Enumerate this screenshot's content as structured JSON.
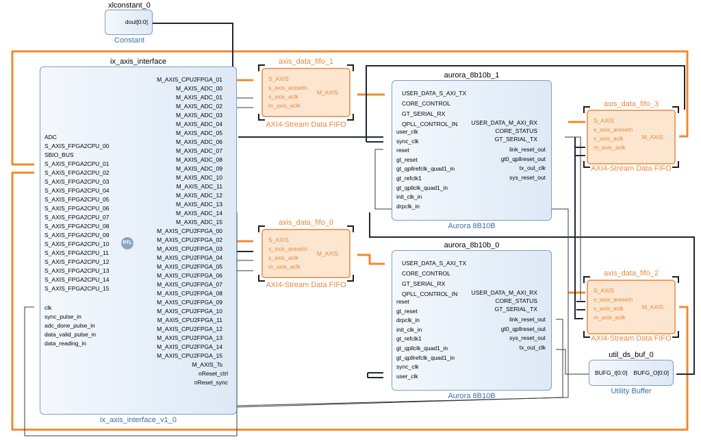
{
  "xlconstant": {
    "name": "xlconstant_0",
    "port": "dout[0:0]",
    "subtitle": "Constant"
  },
  "interface": {
    "name": "ix_axis_interface",
    "subtitle": "ix_axis_interface_v1_0",
    "badge": "RTL",
    "left_ports": [
      "ADC",
      "S_AXIS_FPGA2CPU_00",
      "SBIO_BUS",
      "S_AXIS_FPGA2CPU_01",
      "S_AXIS_FPGA2CPU_02",
      "S_AXIS_FPGA2CPU_03",
      "S_AXIS_FPGA2CPU_04",
      "S_AXIS_FPGA2CPU_05",
      "S_AXIS_FPGA2CPU_06",
      "S_AXIS_FPGA2CPU_07",
      "S_AXIS_FPGA2CPU_08",
      "S_AXIS_FPGA2CPU_09",
      "S_AXIS_FPGA2CPU_10",
      "S_AXIS_FPGA2CPU_11",
      "S_AXIS_FPGA2CPU_12",
      "S_AXIS_FPGA2CPU_13",
      "S_AXIS_FPGA2CPU_14",
      "S_AXIS_FPGA2CPU_15"
    ],
    "left_signals": [
      "clk",
      "sync_pulse_in",
      "adc_done_pulse_in",
      "data_valid_pulse_in",
      "data_reading_in"
    ],
    "right_ports": [
      "M_AXIS_CPU2FPGA_01",
      "M_AXIS_ADC_00",
      "M_AXIS_ADC_01",
      "M_AXIS_ADC_02",
      "M_AXIS_ADC_03",
      "M_AXIS_ADC_04",
      "M_AXIS_ADC_05",
      "M_AXIS_ADC_06",
      "M_AXIS_ADC_07",
      "M_AXIS_ADC_08",
      "M_AXIS_ADC_09",
      "M_AXIS_ADC_10",
      "M_AXIS_ADC_11",
      "M_AXIS_ADC_12",
      "M_AXIS_ADC_13",
      "M_AXIS_ADC_14",
      "M_AXIS_ADC_15",
      "M_AXIS_CPU2FPGA_00",
      "M_AXIS_CPU2FPGA_02",
      "M_AXIS_CPU2FPGA_03",
      "M_AXIS_CPU2FPGA_04",
      "M_AXIS_CPU2FPGA_05",
      "M_AXIS_CPU2FPGA_06",
      "M_AXIS_CPU2FPGA_07",
      "M_AXIS_CPU2FPGA_08",
      "M_AXIS_CPU2FPGA_09",
      "M_AXIS_CPU2FPGA_10",
      "M_AXIS_CPU2FPGA_11",
      "M_AXIS_CPU2FPGA_12",
      "M_AXIS_CPU2FPGA_13",
      "M_AXIS_CPU2FPGA_14",
      "M_AXIS_CPU2FPGA_15",
      "M_AXIS_Ts"
    ],
    "right_signals": [
      "nReset_ctrl",
      "nReset_sync"
    ]
  },
  "fifo_ports": [
    "S_AXIS",
    "s_axis_aresetn",
    "s_axis_aclk",
    "m_axis_aclk"
  ],
  "fifo_out": "M_AXIS",
  "fifo_subtitle": "AXI4-Stream Data FIFO",
  "fifos": {
    "f1": "axis_data_fifo_1",
    "f0": "axis_data_fifo_0",
    "f3": "axis_data_fifo_3",
    "f2": "axis_data_fifo_2"
  },
  "aurora1": {
    "name": "aurora_8b10b_1",
    "subtitle": "Aurora 8B10B",
    "left_ports": [
      "USER_DATA_S_AXI_TX",
      "CORE_CONTROL",
      "GT_SERIAL_RX",
      "QPLL_CONTROL_IN"
    ],
    "left_signals": [
      "user_clk",
      "sync_clk",
      "reset",
      "gt_reset",
      "gt_qpllrefclk_quad1_in",
      "gt_refclk1",
      "gt_qpllclk_quad1_in",
      "init_clk_in",
      "drpclk_in"
    ],
    "right_ports": [
      "USER_DATA_M_AXI_RX",
      "CORE_STATUS",
      "GT_SERIAL_TX"
    ],
    "right_signals": [
      "link_reset_out",
      "gt0_qpllreset_out",
      "tx_out_clk",
      "sys_reset_out"
    ]
  },
  "aurora0": {
    "name": "aurora_8b10b_0",
    "subtitle": "Aurora 8B10B",
    "left_ports": [
      "USER_DATA_S_AXI_TX",
      "CORE_CONTROL",
      "GT_SERIAL_RX",
      "QPLL_CONTROL_IN"
    ],
    "left_signals": [
      "reset",
      "gt_reset",
      "drpclk_in",
      "init_clk_in",
      "gt_refclk1",
      "gt_qpllclk_quad1_in",
      "gt_qpllrefclk_quad1_in",
      "sync_clk",
      "user_clk"
    ],
    "right_ports": [
      "USER_DATA_M_AXI_RX",
      "CORE_STATUS",
      "GT_SERIAL_TX"
    ],
    "right_signals": [
      "link_reset_out",
      "gt0_qpllreset_out",
      "sys_reset_out",
      "tx_out_clk"
    ]
  },
  "bufg": {
    "name": "util_ds_buf_0",
    "in": "BUFG_I[0:0]",
    "out": "BUFG_O[0:0]",
    "subtitle": "Utility Buffer"
  },
  "colors": {
    "block_border": "#7f9db9",
    "fifo_fill": "#fde6d0",
    "fifo_border": "#e8a36a",
    "orange_wire": "#f08a2c",
    "dark_wire": "#1c2633",
    "subtitle_blue": "#3a6ea5"
  }
}
